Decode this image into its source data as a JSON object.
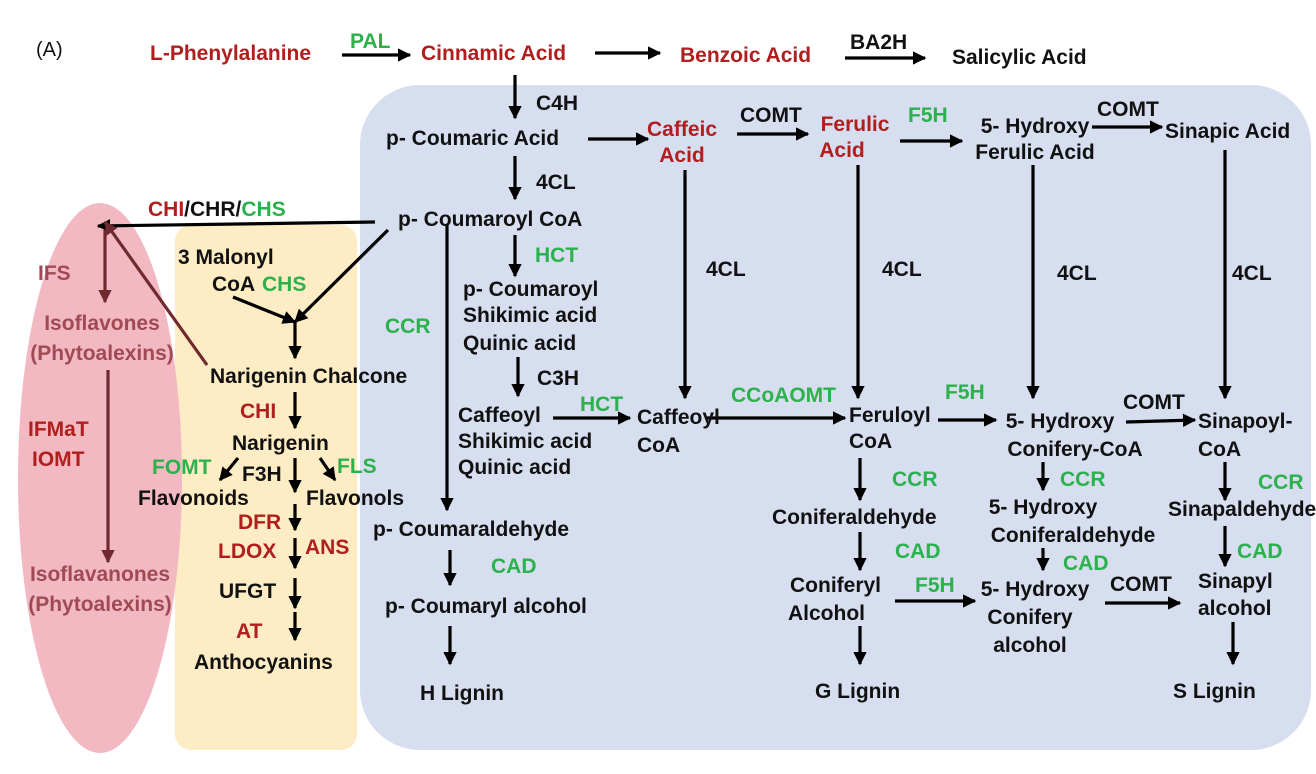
{
  "panel_label": "(A)",
  "colors": {
    "blue_region": "#d6def0",
    "yellow_region": "#fdecc4",
    "pink_region": "#f3b9c3",
    "metabolite_red": "#b01e1e",
    "enzyme_green": "#2bb24c",
    "isoflavonoid_mauve": "#a04a55",
    "isoflavonoid_arrow": "#6e2a2e",
    "arrow_black": "#000000"
  },
  "top_row": {
    "phenylalanine": "L-Phenylalanine",
    "pal": "PAL",
    "cinnamic": "Cinnamic Acid",
    "benzoic": "Benzoic Acid",
    "ba2h": "BA2H",
    "salicylic": "Salicylic Acid"
  },
  "acids": {
    "c4h": "C4H",
    "coumaric": "p- Coumaric Acid",
    "caffeic_1": "Caffeic",
    "caffeic_2": "Acid",
    "comt_1": "COMT",
    "ferulic_1": "Ferulic",
    "ferulic_2": "Acid",
    "f5h_1": "F5H",
    "hydroxy_ferulic_1": "5- Hydroxy",
    "hydroxy_ferulic_2": "Ferulic Acid",
    "comt_2": "COMT",
    "sinapic": "Sinapic Acid"
  },
  "coa_row": {
    "fourcl_top": "4CL",
    "coumaroyl_coa": "p- Coumaroyl CoA",
    "chi": "CHI",
    "slash1": "/",
    "chr": "CHR",
    "slash2": "/",
    "chs": "CHS",
    "hct_1": "HCT",
    "fourcl_caffeic": "4CL",
    "fourcl_ferulic": "4CL",
    "fourcl_hydroxy": "4CL",
    "fourcl_sinapic": "4CL"
  },
  "shikimate": {
    "shik_1": "p- Coumaroyl",
    "shik_2": "Shikimic acid",
    "shik_3": "Quinic acid",
    "c3h": "C3H",
    "caff_shik_1": "Caffeoyl",
    "caff_shik_2": "Shikimic acid",
    "caff_shik_3": "Quinic acid",
    "hct_2": "HCT"
  },
  "coa_esters": {
    "ccr_left": "CCR",
    "caffeoyl_1": "Caffeoyl",
    "caffeoyl_2": "CoA",
    "ccoaomt": "CCoAOMT",
    "feruloyl_1": "Feruloyl",
    "feruloyl_2": "CoA",
    "f5h_2": "F5H",
    "hydroxy_conifery_coa_1": "5- Hydroxy",
    "hydroxy_conifery_coa_2": "Conifery-CoA",
    "comt_3": "COMT",
    "sinapoyl_1": "Sinapoyl-",
    "sinapoyl_2": "CoA"
  },
  "aldehydes": {
    "ccr_g": "CCR",
    "ccr_5h": "CCR",
    "ccr_s": "CCR",
    "coumaraldehyde": "p- Coumaraldehyde",
    "coniferaldehyde": "Coniferaldehyde",
    "hydroxy_conald_1": "5- Hydroxy",
    "hydroxy_conald_2": "Coniferaldehyde",
    "sinapaldehyde": "Sinapaldehyde"
  },
  "alcohols": {
    "cad_h": "CAD",
    "cad_g": "CAD",
    "cad_5h": "CAD",
    "cad_s": "CAD",
    "coumaryl_alcohol": "p- Coumaryl alcohol",
    "coniferyl_1": "Coniferyl",
    "coniferyl_2": "Alcohol",
    "f5h_3": "F5H",
    "hydroxy_conalc_1": "5- Hydroxy",
    "hydroxy_conalc_2": "Conifery",
    "hydroxy_conalc_3": "alcohol",
    "comt_4": "COMT",
    "sinapyl_1": "Sinapyl",
    "sinapyl_2": "alcohol"
  },
  "lignins": {
    "h": "H Lignin",
    "g": "G Lignin",
    "s": "S Lignin"
  },
  "flavonoids": {
    "malonyl_1": "3 Malonyl",
    "malonyl_2": "CoA",
    "chs": "CHS",
    "chalcone": "Narigenin Chalcone",
    "chi": "CHI",
    "naringenin": "Narigenin",
    "fomt": "FOMT",
    "f3h": "F3H",
    "fls": "FLS",
    "flavonoids": "Flavonoids",
    "flavonols": "Flavonols",
    "dfr": "DFR",
    "ldox": "LDOX",
    "ans": "ANS",
    "ufgt": "UFGT",
    "at": "AT",
    "anthocyanins": "Anthocyanins"
  },
  "isoflavonoids": {
    "ifs": "IFS",
    "isoflavones_1": "Isoflavones",
    "isoflavones_2": "(Phytoalexins)",
    "ifmat": "IFMaT",
    "iomt": "IOMT",
    "isoflavanones_1": "Isoflavanones",
    "isoflavanones_2": "(Phytoalexins)"
  }
}
